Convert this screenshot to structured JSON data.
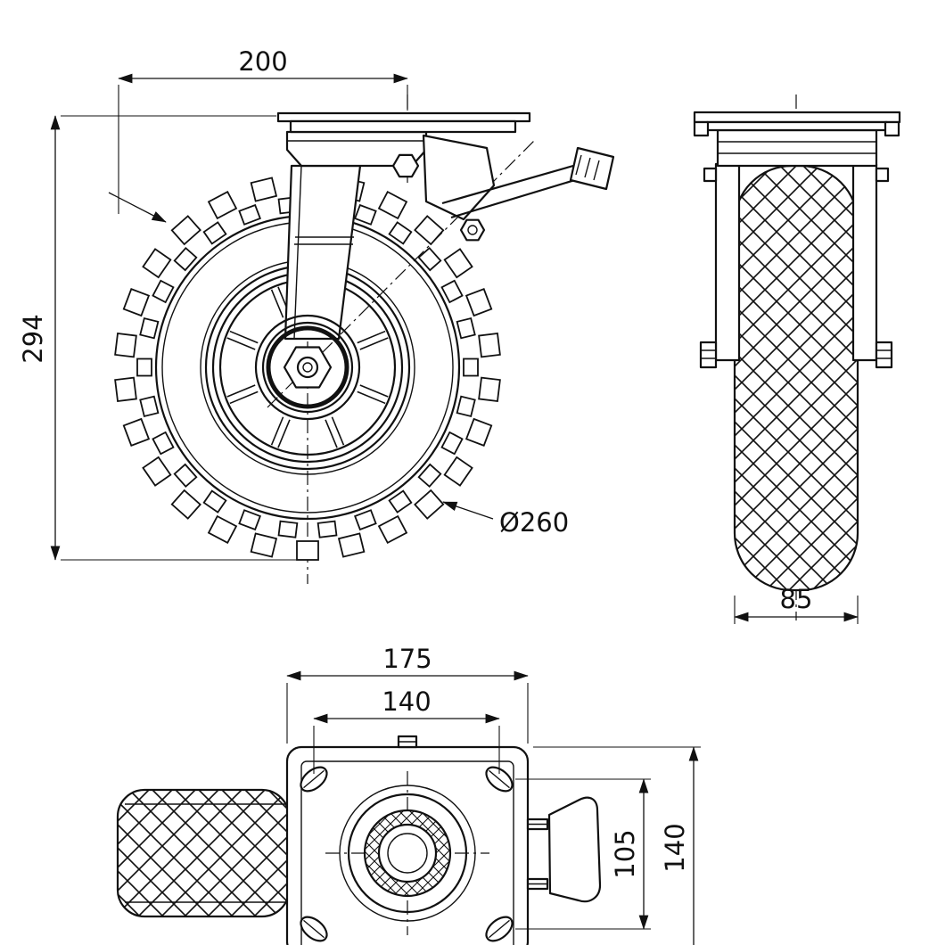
{
  "drawing": {
    "line_color": "#111111",
    "background": "#ffffff"
  },
  "dimensions": {
    "top_plate_offset": "200",
    "overall_height": "294",
    "wheel_diameter": "Ø260",
    "wheel_width": "85",
    "plate_length": "175",
    "bolt_spacing_horizontal": "140",
    "bolt_spacing_vertical": "105",
    "plate_depth": "140"
  }
}
